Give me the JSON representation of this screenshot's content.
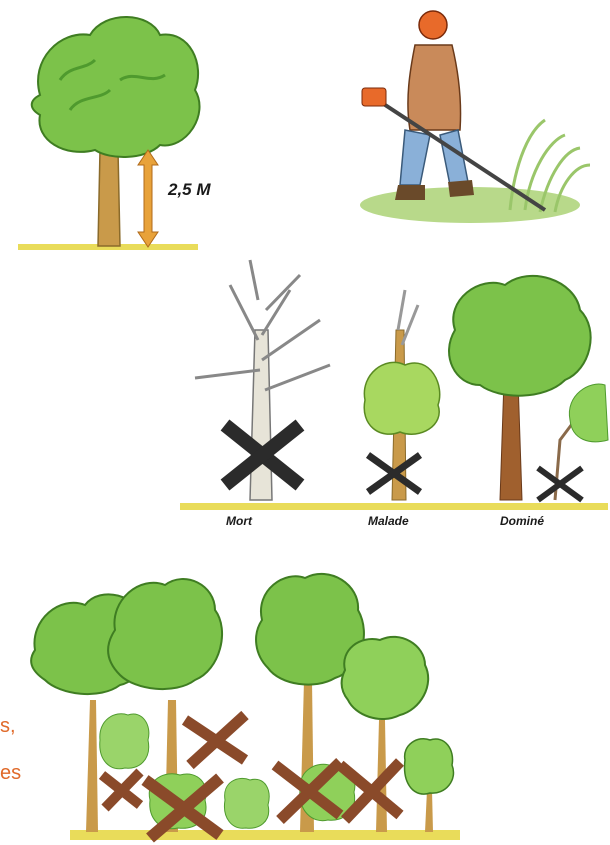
{
  "height_label": "2,5 M",
  "labels": {
    "dead": "Mort",
    "sick": "Malade",
    "dominated": "Dominé"
  },
  "cropped_text": {
    "line1": "s,",
    "line2": "es"
  },
  "colors": {
    "foliage": "#7cc24a",
    "foliage_dark": "#4f9a2e",
    "trunk": "#c99a4a",
    "ground": "#e9dc5a",
    "cross": "#2b2b2b",
    "cross_brown": "#8a4a2a",
    "arrow": "#e8a23a",
    "text_orange": "#e06a2a"
  }
}
